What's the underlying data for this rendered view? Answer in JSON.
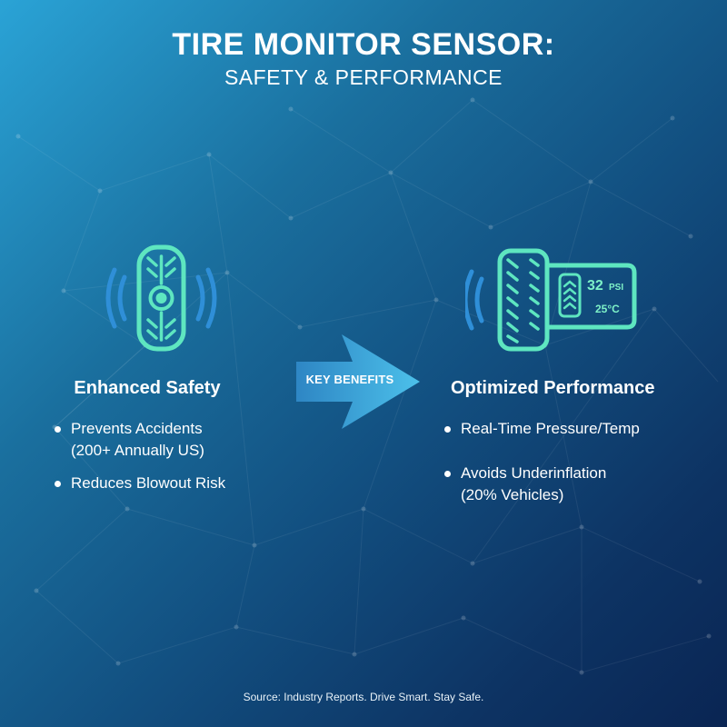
{
  "title": "TIRE MONITOR SENSOR:",
  "subtitle": "SAFETY & PERFORMANCE",
  "left": {
    "icon": "tire-signal-icon",
    "heading": "Enhanced Safety",
    "bullets": [
      [
        "Prevents Accidents",
        "(200+ Annually US)"
      ],
      [
        "Reduces Blowout Risk"
      ]
    ]
  },
  "center": {
    "icon": "arrow-right-icon",
    "label": "KEY BENEFITS"
  },
  "right": {
    "icon": "tire-sensor-display-icon",
    "display": {
      "pressure_value": "32",
      "pressure_unit": "PSI",
      "temperature": "25°C"
    },
    "heading": "Optimized Performance",
    "bullets": [
      [
        "Real-Time Pressure/Temp"
      ],
      [
        "Avoids Underinflation",
        "(20% Vehicles)"
      ]
    ]
  },
  "footer": {
    "source": "Source: Industry Reports. Drive Smart. Stay Safe."
  },
  "colors": {
    "accent": "#5ee6c0",
    "signal": "#2f8fd8",
    "bg_top": "#2aa3d6",
    "bg_bottom": "#0a2553"
  }
}
